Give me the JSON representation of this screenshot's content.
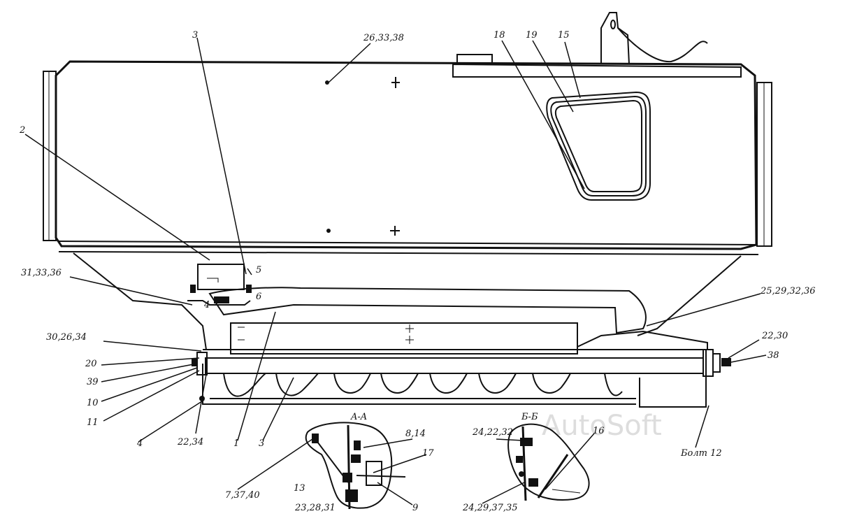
{
  "labels": {
    "l_3": "3",
    "l_2633_38": "26,33,38",
    "l_18": "18",
    "l_19": "19",
    "l_15": "15",
    "l_2": "2",
    "l_5": "5",
    "l_6": "6",
    "l_4": "4",
    "l_313336": "31,33,36",
    "l_25293236": "25,29,32,36",
    "l_302634": "30,26,34",
    "l_2230": "22,30",
    "l_38": "38",
    "l_20": "20",
    "l_39": "39",
    "l_10": "10",
    "l_11": "11",
    "l_4b": "4",
    "l_2234": "22,34",
    "l_1": "1",
    "l_3b": "3",
    "l_aa": "A-A",
    "l_8_14": "8,14",
    "l_17": "17",
    "l_7_37_40": "7,37,40",
    "l_13": "13",
    "l_232831": "23,28,31",
    "l_9": "9",
    "l_bb": "Б-Б",
    "l_242232": "24,22,32",
    "l_16": "16",
    "l_24293735": "24,29,37,35",
    "l_bolt12": "Болт 12"
  },
  "watermark": "AutoSoft"
}
